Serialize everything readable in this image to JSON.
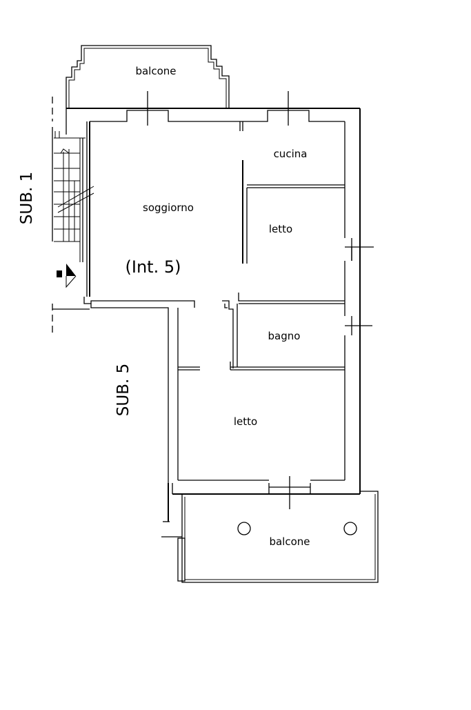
{
  "labels": {
    "balcone_top": "balcone",
    "cucina": "cucina",
    "soggiorno": "soggiorno",
    "letto_upper": "letto",
    "int": "(Int. 5)",
    "bagno": "bagno",
    "letto_lower": "letto",
    "balcone_bottom": "balcone",
    "sub1": "SUB. 1",
    "sub5": "SUB. 5"
  }
}
